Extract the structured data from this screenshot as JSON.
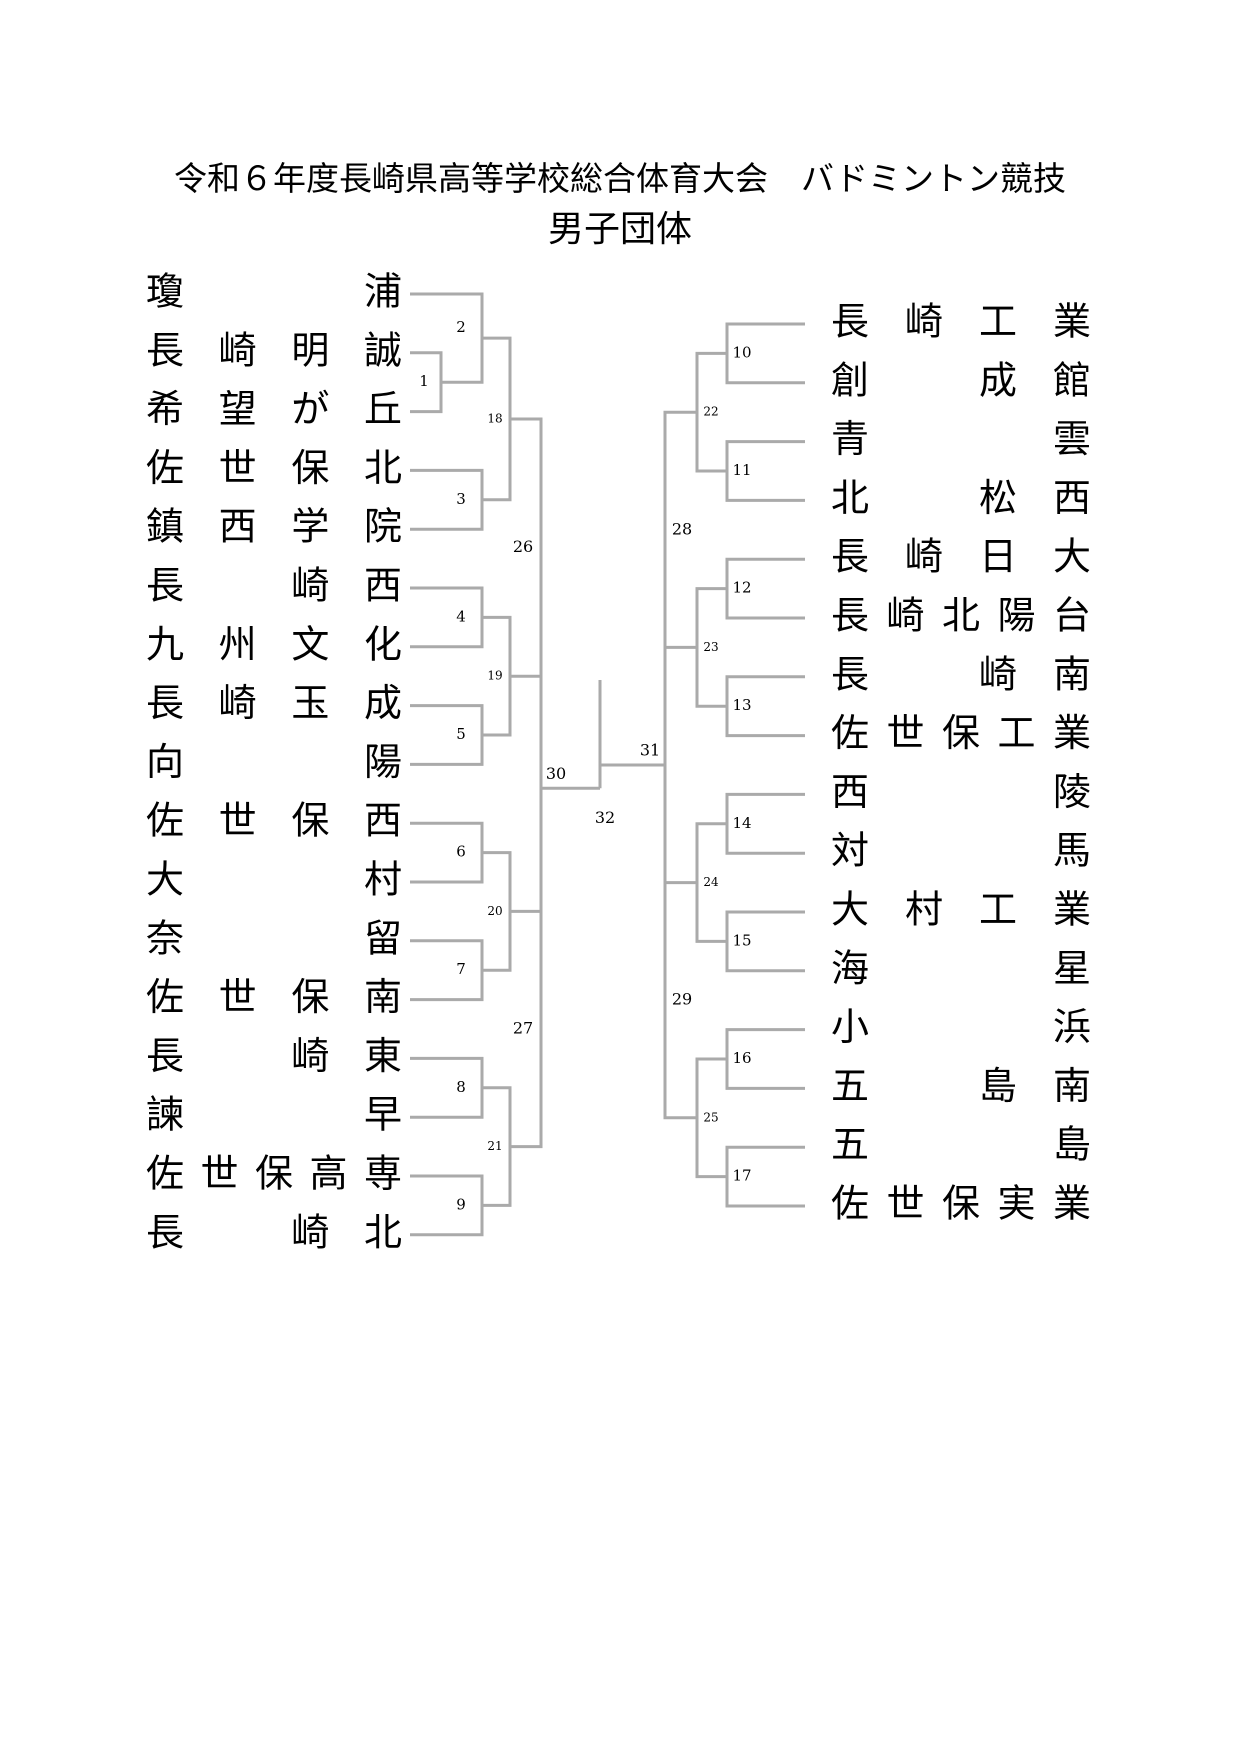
{
  "header": {
    "title": "令和６年度長崎県高等学校総合体育大会　バドミントン競技",
    "subtitle": "男子団体"
  },
  "left_teams": [
    {
      "chars": [
        "瓊",
        "",
        "",
        "浦"
      ]
    },
    {
      "chars": [
        "長",
        "崎",
        "明",
        "誠"
      ]
    },
    {
      "chars": [
        "希",
        "望",
        "が",
        "丘"
      ]
    },
    {
      "chars": [
        "佐",
        "世",
        "保",
        "北"
      ]
    },
    {
      "chars": [
        "鎮",
        "西",
        "学",
        "院"
      ]
    },
    {
      "chars": [
        "長",
        "",
        "崎",
        "西"
      ]
    },
    {
      "chars": [
        "九",
        "州",
        "文",
        "化"
      ]
    },
    {
      "chars": [
        "長",
        "崎",
        "玉",
        "成"
      ]
    },
    {
      "chars": [
        "向",
        "",
        "",
        "陽"
      ]
    },
    {
      "chars": [
        "佐",
        "世",
        "保",
        "西"
      ]
    },
    {
      "chars": [
        "大",
        "",
        "",
        "村"
      ]
    },
    {
      "chars": [
        "奈",
        "",
        "",
        "留"
      ]
    },
    {
      "chars": [
        "佐",
        "世",
        "保",
        "南"
      ]
    },
    {
      "chars": [
        "長",
        "",
        "崎",
        "東"
      ]
    },
    {
      "chars": [
        "諫",
        "",
        "",
        "早"
      ]
    },
    {
      "chars": [
        "佐",
        "世",
        "保",
        "高",
        "専"
      ]
    },
    {
      "chars": [
        "長",
        "",
        "崎",
        "北"
      ]
    }
  ],
  "right_teams": [
    {
      "chars": [
        "長",
        "崎",
        "工",
        "業"
      ]
    },
    {
      "chars": [
        "創",
        "",
        "成",
        "館"
      ]
    },
    {
      "chars": [
        "青",
        "",
        "",
        "雲"
      ]
    },
    {
      "chars": [
        "北",
        "",
        "松",
        "西"
      ]
    },
    {
      "chars": [
        "長",
        "崎",
        "日",
        "大"
      ]
    },
    {
      "chars": [
        "長",
        "崎",
        "北",
        "陽",
        "台"
      ]
    },
    {
      "chars": [
        "長",
        "",
        "崎",
        "南"
      ]
    },
    {
      "chars": [
        "佐",
        "世",
        "保",
        "工",
        "業"
      ]
    },
    {
      "chars": [
        "西",
        "",
        "",
        "陵"
      ]
    },
    {
      "chars": [
        "対",
        "",
        "",
        "馬"
      ]
    },
    {
      "chars": [
        "大",
        "村",
        "工",
        "業"
      ]
    },
    {
      "chars": [
        "海",
        "",
        "",
        "星"
      ]
    },
    {
      "chars": [
        "小",
        "",
        "",
        "浜"
      ]
    },
    {
      "chars": [
        "五",
        "",
        "島",
        "南"
      ]
    },
    {
      "chars": [
        "五",
        "",
        "",
        "島"
      ]
    },
    {
      "chars": [
        "佐",
        "世",
        "保",
        "実",
        "業"
      ]
    }
  ],
  "matches": {
    "m1": "1",
    "m2": "2",
    "m3": "3",
    "m4": "4",
    "m5": "5",
    "m6": "6",
    "m7": "7",
    "m8": "8",
    "m9": "9",
    "m10": "10",
    "m11": "11",
    "m12": "12",
    "m13": "13",
    "m14": "14",
    "m15": "15",
    "m16": "16",
    "m17": "17",
    "m18": "18",
    "m19": "19",
    "m20": "20",
    "m21": "21",
    "m22": "22",
    "m23": "23",
    "m24": "24",
    "m25": "25",
    "m26": "26",
    "m27": "27",
    "m28": "28",
    "m29": "29",
    "m30": "30",
    "m31": "31",
    "m32": "32"
  },
  "colors": {
    "bracket_line": "#aaaaaa",
    "text": "#000000"
  }
}
